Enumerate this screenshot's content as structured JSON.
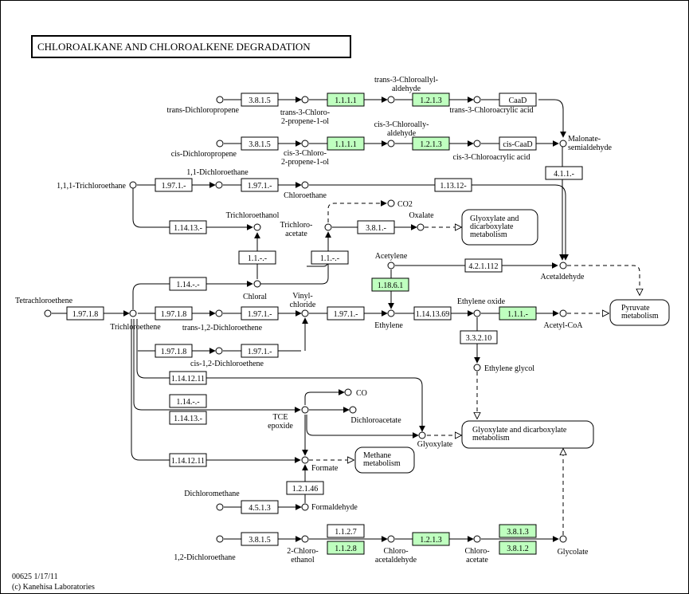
{
  "title": "CHLOROALKANE AND CHLOROALKENE DEGRADATION",
  "footer": [
    "00625 1/17/11",
    "(c) Kanehisa Laboratories"
  ],
  "colors": {
    "enzyme_found": "#bfffbf",
    "enzyme_plain": "#ffffff",
    "line": "#000000"
  },
  "enzymes": {
    "e1": "3.8.1.5",
    "e2": "1.1.1.1",
    "e3": "1.2.1.3",
    "e4": "CaaD",
    "e5": "3.8.1.5",
    "e6": "1.1.1.1",
    "e7": "1.2.1.3",
    "e8": "cis-CaaD",
    "e9": "1.97.1.-",
    "e10": "1.97.1.-",
    "e11": "1.13.12-",
    "e12": "4.1.1.-",
    "e13": "1.14.13.-",
    "e14": "3.8.1.-",
    "e15": "1.1.-.-",
    "e16": "1.1.-.-",
    "e17": "4.2.1.112",
    "e18": "1.18.6.1",
    "e19": "1.14.-.-",
    "e20": "1.97.1.8",
    "e21": "1.97.1.8",
    "e22": "1.97.1.-",
    "e23": "1.97.1.-",
    "e24": "1.14.13.69",
    "e25": "1.1.1.-",
    "e26": "3.3.2.10",
    "e27": "1.97.1.8",
    "e28": "1.97.1.-",
    "e29": "1.14.12.11",
    "e30": "1.14.-.-",
    "e31": "1.14.13.-",
    "e32": "1.14.12.11",
    "e33": "1.2.1.46",
    "e34": "4.5.1.3",
    "e35": "3.8.1.5",
    "e36": "1.1.2.7",
    "e37": "1.1.2.8",
    "e38": "1.2.1.3",
    "e39": "3.8.1.3",
    "e40": "3.8.1.2"
  },
  "compounds": {
    "trans_dichloropropene": "trans-Dichloropropene",
    "trans_chloropropenol": [
      "trans-3-Chloro-",
      "2-propene-1-ol"
    ],
    "trans_chloroallyl_ald": [
      "trans-3-Chloroallyl-",
      "aldehyde"
    ],
    "trans_chloroacrylic": "trans-3-Chloroacrylic acid",
    "malonate_sa": [
      "Malonate-",
      "semialdehyde"
    ],
    "cis_dichloropropene": "cis-Dichloropropene",
    "cis_chloropropenol": [
      "cis-3-Chloro-",
      "2-propene-1-ol"
    ],
    "cis_chloroallyl_ald": [
      "cis-3-Chloroally-",
      "aldehyde"
    ],
    "cis_chloroacrylic": "cis-3-Chloroacrylic acid",
    "trichloroethane_111": "1,1,1-Trichloroethane",
    "dichloroethane_11": "1,1-Dichloroethane",
    "chloroethane": "Chloroethane",
    "trichloroethanol": "Trichloroethanol",
    "trichloroacetate": [
      "Trichloro-",
      "acetate"
    ],
    "co2": "CO2",
    "oxalate": "Oxalate",
    "acetylene": "Acetylene",
    "acetaldehyde": "Acetaldehyde",
    "tetrachloroethene": "Tetrachloroethene",
    "trichloroethene": "Trichloroethene",
    "chloral": "Chloral",
    "vinyl_chloride": [
      "Vinyl-",
      "chloride"
    ],
    "ethylene": "Ethylene",
    "ethylene_oxide": "Ethylene oxide",
    "acetyl_coa": "Acetyl-CoA",
    "trans_dce": "trans-1,2-Dichloroethene",
    "cis_dce": "cis-1,2-Dichloroethene",
    "ethylene_glycol": "Ethylene glycol",
    "co": "CO",
    "tce_epoxide": [
      "TCE",
      "epoxide"
    ],
    "dichloroacetate": "Dichloroacetate",
    "glyoxylate": "Glyoxylate",
    "formate": "Formate",
    "dichloromethane": "Dichloromethane",
    "formaldehyde": "Formaldehyde",
    "dichloroethane_12": "1,2-Dichloroethane",
    "chloroethanol": [
      "2-Chloro-",
      "ethanol"
    ],
    "chloroacetaldehyde": [
      "Chloro-",
      "acetaldehyde"
    ],
    "chloroacetate": [
      "Chloro-",
      "acetate"
    ],
    "glycolate": "Glycolate"
  },
  "maps": {
    "glyox_small": [
      "Glyoxylate and",
      "dicarboxylate",
      "metabolism"
    ],
    "pyruvate": [
      "Pyruvate",
      "metabolism"
    ],
    "glyox_large": [
      "Glyoxylate and dicarboxylate",
      "metabolism"
    ],
    "methane": [
      "Methane",
      "metabolism"
    ]
  }
}
